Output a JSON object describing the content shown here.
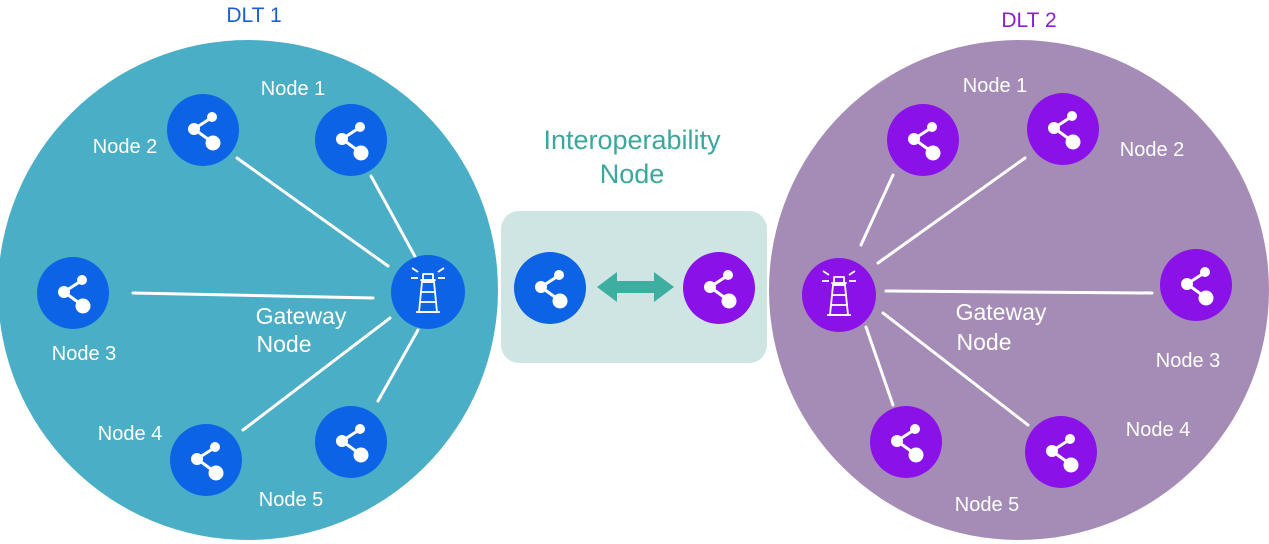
{
  "colors": {
    "dlt1_circle": "#4aaec6",
    "dlt2_circle": "#a58cb6",
    "dlt1_node": "#0d63e6",
    "dlt2_node": "#8a12e8",
    "dlt1_title": "#1a5fd6",
    "dlt2_title": "#8a1fd0",
    "interop_box": "#cfe5e3",
    "interop_text": "#3aa89c",
    "arrow": "#3dae9f"
  },
  "dlt1": {
    "title": "DLT 1",
    "gateway_label_line1": "Gateway",
    "gateway_label_line2": "Node",
    "nodes": [
      {
        "label": "Node 1",
        "icon": "share-icon"
      },
      {
        "label": "Node 2",
        "icon": "share-icon"
      },
      {
        "label": "Node 3",
        "icon": "share-icon"
      },
      {
        "label": "Node 4",
        "icon": "share-icon"
      },
      {
        "label": "Node 5",
        "icon": "share-icon"
      }
    ],
    "gateway_icon": "lighthouse-icon"
  },
  "dlt2": {
    "title": "DLT 2",
    "gateway_label_line1": "Gateway",
    "gateway_label_line2": "Node",
    "nodes": [
      {
        "label": "Node 1",
        "icon": "share-icon"
      },
      {
        "label": "Node 2",
        "icon": "share-icon"
      },
      {
        "label": "Node 3",
        "icon": "share-icon"
      },
      {
        "label": "Node 4",
        "icon": "share-icon"
      },
      {
        "label": "Node 5",
        "icon": "share-icon"
      }
    ],
    "gateway_icon": "lighthouse-icon"
  },
  "interop": {
    "title_line1": "Interoperability",
    "title_line2": "Node",
    "left_icon": "share-icon",
    "right_icon": "share-icon",
    "arrow_icon": "double-arrow-icon"
  }
}
